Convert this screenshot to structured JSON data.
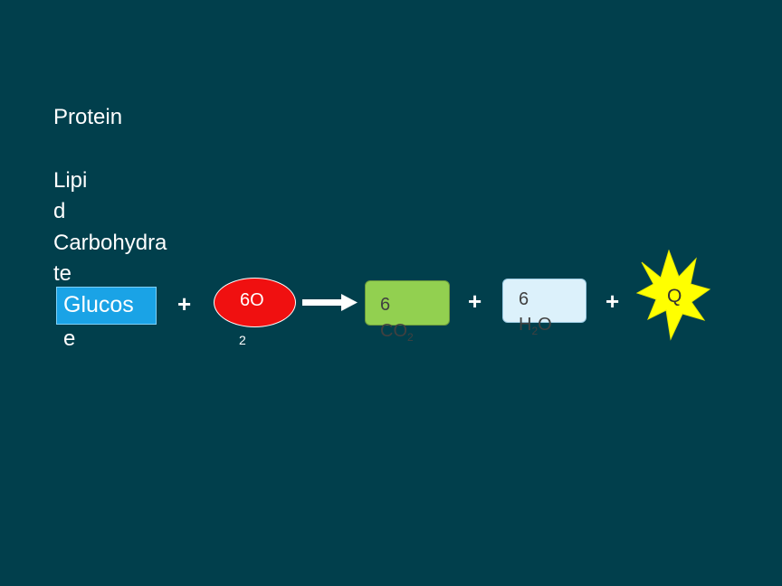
{
  "left_labels": {
    "protein": "Protein",
    "lipid_line1": "Lipi",
    "lipid_line2": "d",
    "carb_line1": "Carbohydra",
    "carb_line2": "te",
    "glucose_line1": "Glucos",
    "glucose_line2": "e"
  },
  "equation": {
    "plus_1": "+",
    "oxygen_label": "6O",
    "oxygen_subscript": "2",
    "co2_coefficient": "6",
    "co2_formula": "CO",
    "co2_subscript": "2",
    "plus_2": "+",
    "h2o_coefficient": "6",
    "h2o_formula_h": "H",
    "h2o_subscript": "2",
    "h2o_formula_o": "O",
    "plus_3": "+",
    "energy_label": "Q"
  },
  "colors": {
    "background": "#013f4c",
    "glucose_box": "#1aa3e6",
    "oxygen": "#f01010",
    "co2_box": "#92d050",
    "h2o_box": "#dcf1fb",
    "energy_burst": "#ffff00"
  }
}
